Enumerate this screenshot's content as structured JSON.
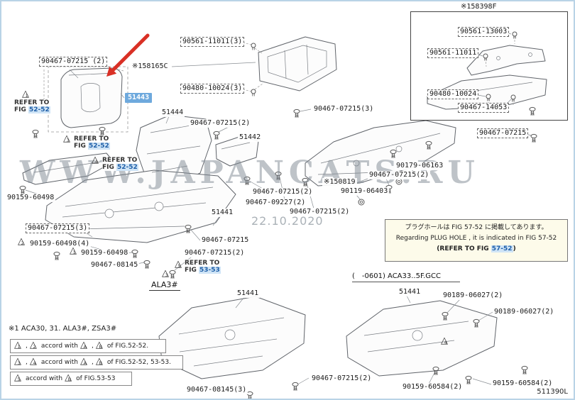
{
  "page": {
    "watermark": "WWW.JAPANCATS.RU",
    "date": "22.10.2020",
    "doc_code": "511390L",
    "footnote": "※1 ACA30, 31. ALA3#, ZSA3#",
    "variant_note": "(　-0601) ACA33..5F.GCC",
    "model_label": "ALA3#"
  },
  "inset": {
    "title": "※158398F"
  },
  "parts": [
    "90467-07215 (2)",
    "※158165C",
    "51443",
    "90561-11011(3)",
    "90480-10024(3)",
    "51444",
    "90467-07215(2)",
    "51442",
    "90467-07215(3)",
    "90179-06163",
    "90467-07215(2)",
    "※150819",
    "90119-06403",
    "90467-07215(2)",
    "90467-09227(2)",
    "90467-07215(2)",
    "51441",
    "90159-60498",
    "90467-07215(3)",
    "90159-60498(4)",
    "90159-60498",
    "90467-08145",
    "90467-07215",
    "90467-07215(2)",
    "51441",
    "90561-13003",
    "90561-11011",
    "90480-10024",
    "90467-14053",
    "90467-07215",
    "51441",
    "90189-06027(2)",
    "90189-06027(2)",
    "90467-07215(2)",
    "90467-08145(3)",
    "90159-60584(2)",
    "90159-60584(2)"
  ],
  "refer_notes": [
    {
      "line1": "REFER TO",
      "prefix": "FIG",
      "fig": "52-52"
    },
    {
      "line1": "REFER TO",
      "prefix": "FIG",
      "fig": "52-52"
    },
    {
      "line1": "REFER TO",
      "prefix": "FIG",
      "fig": "52-52"
    },
    {
      "line1": "REFER TO",
      "prefix": "FIG",
      "fig": "53-53"
    }
  ],
  "triangles": [
    "1",
    "3",
    "4",
    "2",
    "1",
    "5",
    "3",
    "4"
  ],
  "plug_note": {
    "line1": "プラグホールは FIG 57-52 に掲載してあります。",
    "line2": "Regarding PLUG HOLE , it is indicated in FIG 57-52",
    "line3_pre": "(REFER TO FIG",
    "line3_fig": "57-52",
    "line3_post": ")"
  },
  "legend": [
    {
      "l1": "1",
      "l2": "2",
      "mid": "accord with",
      "r1": "A",
      "r2": "B",
      "end": "of FIG.52-52."
    },
    {
      "l1": "3",
      "l2": "4",
      "mid": "accord with",
      "r1": "A",
      "r2": "B",
      "end": "of FIG.52-52, 53-53."
    },
    {
      "l1": "5",
      "mid": "accord with",
      "r1": "B",
      "end": "of FIG.53-53"
    }
  ],
  "comma": ",",
  "colors": {
    "selected_part_bg": "#6ea9dd",
    "fig_highlight_bg": "#cfe4f6",
    "page_border": "#b9d3e6",
    "arrow_red": "#d93025"
  }
}
